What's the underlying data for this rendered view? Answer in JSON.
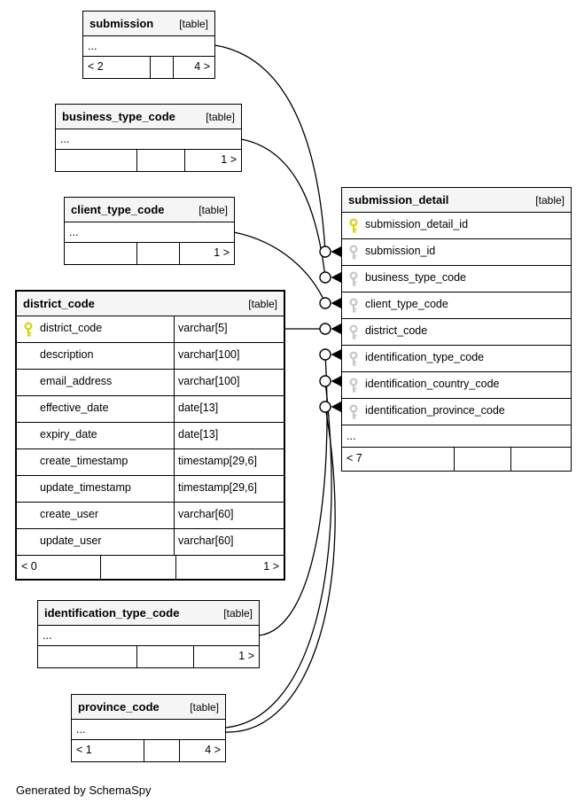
{
  "generator_note": "Generated by SchemaSpy",
  "colors": {
    "header_bg": "#f5f5f5",
    "border": "#000000",
    "primary_key_color": "#d6d600",
    "foreign_key_color": "#c6c6c6",
    "background": "#ffffff"
  },
  "tables": {
    "submission": {
      "title": "submission",
      "tag": "[table]",
      "ellipsis": "...",
      "footer": {
        "left": "< 2",
        "middle": "",
        "right": "4 >"
      }
    },
    "business_type_code": {
      "title": "business_type_code",
      "tag": "[table]",
      "ellipsis": "...",
      "footer": {
        "left": "",
        "middle": "",
        "right": "1 >"
      }
    },
    "client_type_code": {
      "title": "client_type_code",
      "tag": "[table]",
      "ellipsis": "...",
      "footer": {
        "left": "",
        "middle": "",
        "right": "1 >"
      }
    },
    "district_code": {
      "title": "district_code",
      "tag": "[table]",
      "columns": [
        {
          "name": "district_code",
          "type": "varchar[5]",
          "key": "primary"
        },
        {
          "name": "description",
          "type": "varchar[100]",
          "key": ""
        },
        {
          "name": "email_address",
          "type": "varchar[100]",
          "key": ""
        },
        {
          "name": "effective_date",
          "type": "date[13]",
          "key": ""
        },
        {
          "name": "expiry_date",
          "type": "date[13]",
          "key": ""
        },
        {
          "name": "create_timestamp",
          "type": "timestamp[29,6]",
          "key": ""
        },
        {
          "name": "update_timestamp",
          "type": "timestamp[29,6]",
          "key": ""
        },
        {
          "name": "create_user",
          "type": "varchar[60]",
          "key": ""
        },
        {
          "name": "update_user",
          "type": "varchar[60]",
          "key": ""
        }
      ],
      "footer": {
        "left": "< 0",
        "middle": "",
        "right": "1 >"
      }
    },
    "submission_detail": {
      "title": "submission_detail",
      "tag": "[table]",
      "ellipsis": "...",
      "columns": [
        {
          "name": "submission_detail_id",
          "key": "primary"
        },
        {
          "name": "submission_id",
          "key": "foreign"
        },
        {
          "name": "business_type_code",
          "key": "foreign"
        },
        {
          "name": "client_type_code",
          "key": "foreign"
        },
        {
          "name": "district_code",
          "key": "foreign"
        },
        {
          "name": "identification_type_code",
          "key": "foreign"
        },
        {
          "name": "identification_country_code",
          "key": "foreign"
        },
        {
          "name": "identification_province_code",
          "key": "foreign"
        }
      ],
      "footer": {
        "left": "< 7",
        "middle": "",
        "right": ""
      }
    },
    "identification_type_code": {
      "title": "identification_type_code",
      "tag": "[table]",
      "ellipsis": "...",
      "footer": {
        "left": "",
        "middle": "",
        "right": "1 >"
      }
    },
    "province_code": {
      "title": "province_code",
      "tag": "[table]",
      "ellipsis": "...",
      "footer": {
        "left": "< 1",
        "middle": "",
        "right": "4 >"
      }
    }
  }
}
